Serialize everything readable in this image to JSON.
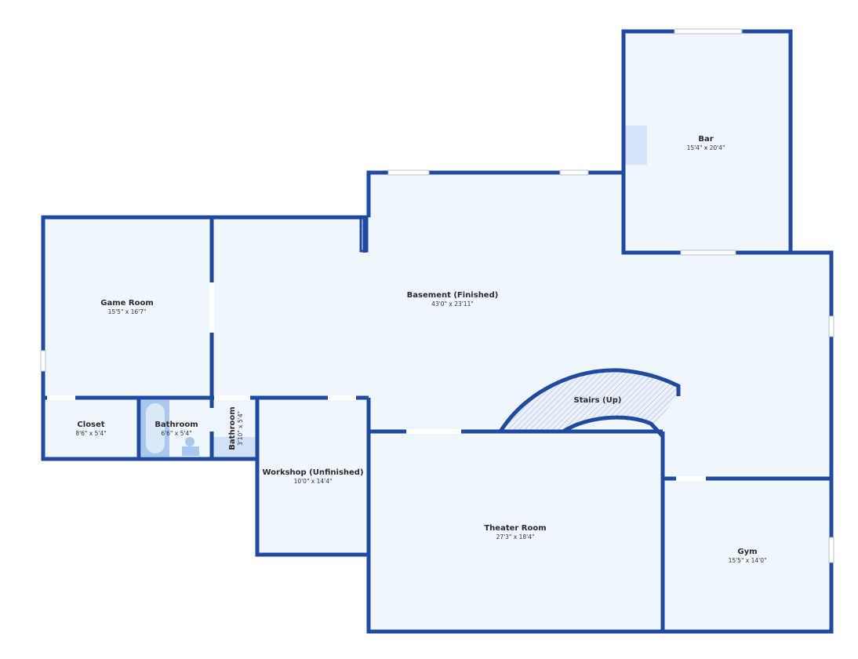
{
  "rooms": {
    "bar": {
      "name": "Bar",
      "dims": "15'4\" x 20'4\""
    },
    "basement": {
      "name": "Basement (Finished)",
      "dims": "43'0\" x 23'11\""
    },
    "game_room": {
      "name": "Game Room",
      "dims": "15'5\" x 16'7\""
    },
    "closet": {
      "name": "Closet",
      "dims": "8'6\" x 5'4\""
    },
    "bathroom1": {
      "name": "Bathroom",
      "dims": "6'6\" x 5'4\""
    },
    "bathroom2": {
      "name": "Bathroom",
      "dims": "3'10\" x 5'4\""
    },
    "workshop": {
      "name": "Workshop (Unfinished)",
      "dims": "10'0\" x 14'4\""
    },
    "stairs": {
      "name": "Stairs (Up)"
    },
    "theater": {
      "name": "Theater Room",
      "dims": "27'3\" x 18'4\""
    },
    "gym": {
      "name": "Gym",
      "dims": "15'5\" x 14'0\""
    }
  },
  "colors": {
    "wall": "#1f4a9f",
    "floor": "#eff6fd",
    "fixture": "#a9c8ef"
  }
}
